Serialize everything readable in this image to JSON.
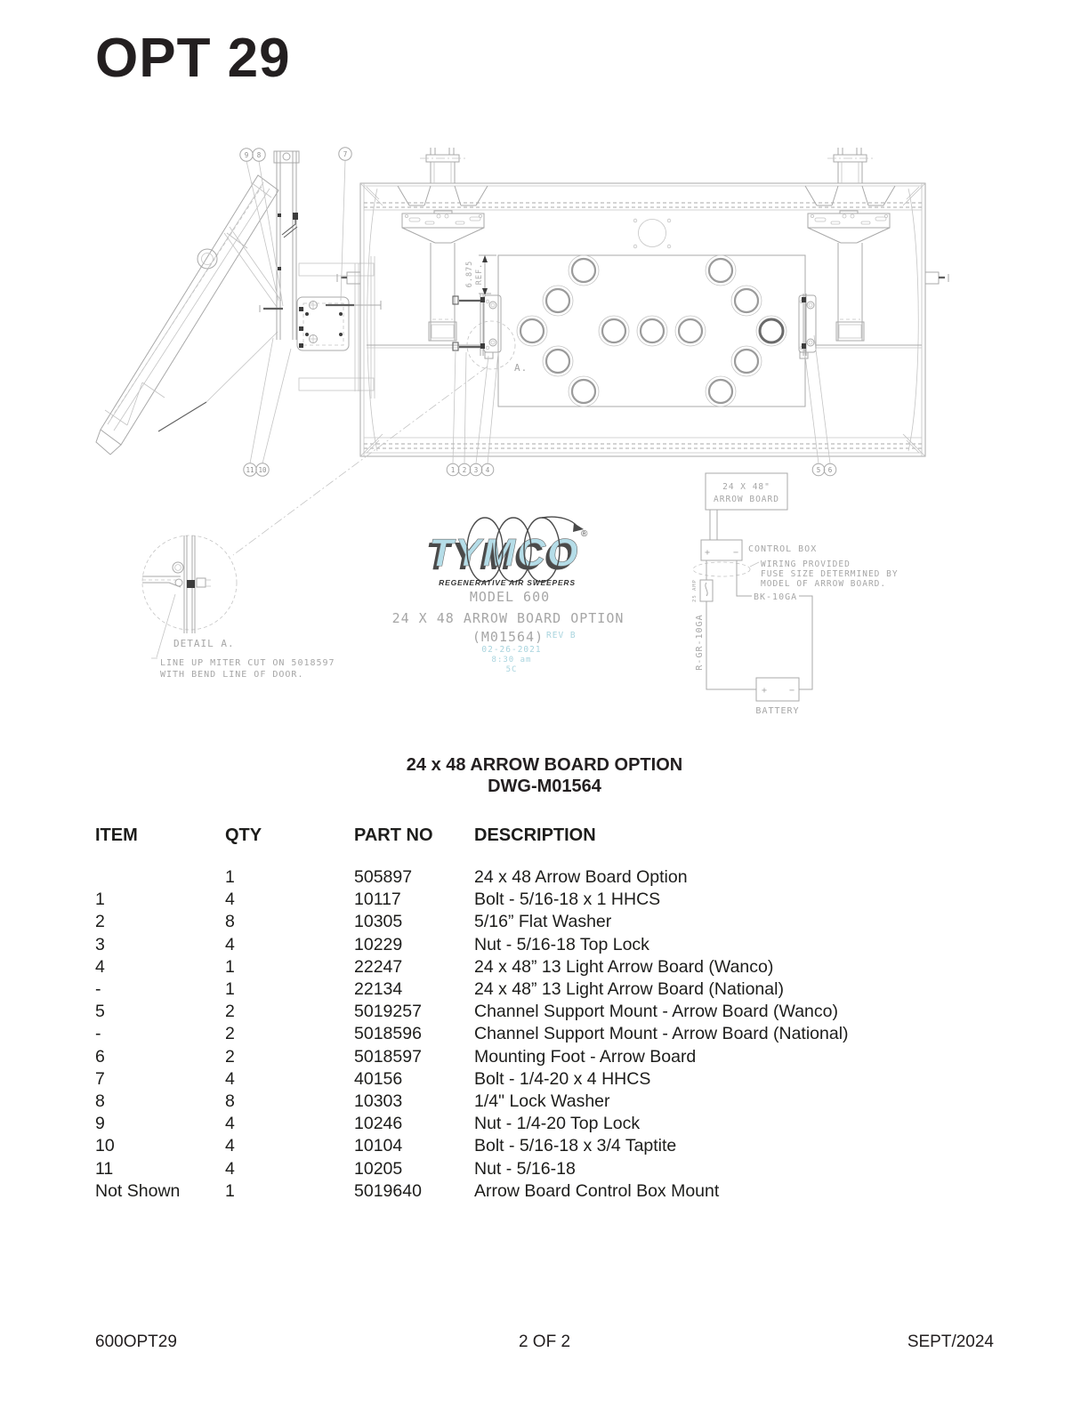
{
  "page": {
    "title": "OPT 29"
  },
  "drawing": {
    "balloons": [
      "1",
      "2",
      "3",
      "4",
      "5",
      "6",
      "7",
      "8",
      "9",
      "10",
      "11"
    ],
    "dimension": {
      "value": "6.875",
      "ref": "REF."
    },
    "detail_marker": "A.",
    "logo": {
      "brand": "TYMCO",
      "registered": "®",
      "tagline": "REGENERATIVE AIR SWEEPERS"
    },
    "title_block": {
      "model": "MODEL 600",
      "option": "24 X 48 ARROW BOARD OPTION",
      "dwg": "(M01564)",
      "rev": "REV B",
      "date": "02-26-2021",
      "time": "8:30 am",
      "initials": "5C"
    },
    "detail_a": {
      "label": "DETAIL A.",
      "note_line1": "LINE UP MITER CUT ON 5018597",
      "note_line2": "WITH BEND LINE OF DOOR."
    },
    "wiring": {
      "arrow_board_line1": "24 X 48\"",
      "arrow_board_line2": "ARROW BOARD",
      "control_box": "CONTROL BOX",
      "note1": "WIRING PROVIDED",
      "note2": "FUSE SIZE DETERMINED BY",
      "note3": "MODEL OF ARROW BOARD.",
      "fuse": "25 AMP",
      "wire_right": "BK-10GA",
      "wire_left": "R-GR-10GA",
      "battery": "BATTERY",
      "plus": "+",
      "minus": "−"
    }
  },
  "parts_table": {
    "title_line1": "24 x 48 ARROW BOARD OPTION",
    "title_line2": "DWG-M01564",
    "columns": [
      "ITEM",
      "QTY",
      "PART NO",
      "DESCRIPTION"
    ],
    "rows": [
      {
        "item": "",
        "qty": "1",
        "part_no": "505897",
        "description": "24 x 48 Arrow Board Option"
      },
      {
        "item": "1",
        "qty": "4",
        "part_no": "10117",
        "description": "Bolt - 5/16-18 x 1 HHCS"
      },
      {
        "item": "2",
        "qty": "8",
        "part_no": "10305",
        "description": "5/16” Flat Washer"
      },
      {
        "item": "3",
        "qty": "4",
        "part_no": "10229",
        "description": "Nut - 5/16-18 Top Lock"
      },
      {
        "item": "4",
        "qty": "1",
        "part_no": "22247",
        "description": "24 x 48” 13 Light Arrow Board (Wanco)"
      },
      {
        "item": "-",
        "qty": "1",
        "part_no": "22134",
        "description": "24 x 48” 13 Light Arrow Board (National)"
      },
      {
        "item": "5",
        "qty": "2",
        "part_no": "5019257",
        "description": "Channel Support Mount - Arrow Board (Wanco)"
      },
      {
        "item": "-",
        "qty": "2",
        "part_no": "5018596",
        "description": "Channel Support Mount - Arrow Board (National)"
      },
      {
        "item": "6",
        "qty": "2",
        "part_no": "5018597",
        "description": "Mounting Foot - Arrow Board"
      },
      {
        "item": "7",
        "qty": "4",
        "part_no": "40156",
        "description": "Bolt - 1/4-20 x 4 HHCS"
      },
      {
        "item": "8",
        "qty": "8",
        "part_no": "10303",
        "description": "1/4\" Lock Washer"
      },
      {
        "item": "9",
        "qty": "4",
        "part_no": "10246",
        "description": "Nut - 1/4-20 Top Lock"
      },
      {
        "item": "10",
        "qty": "4",
        "part_no": "10104",
        "description": "Bolt - 5/16-18 x 3/4 Taptite"
      },
      {
        "item": "11",
        "qty": "4",
        "part_no": "10205",
        "description": "Nut - 5/16-18"
      },
      {
        "item": "Not Shown",
        "qty": "1",
        "part_no": "5019640",
        "description": "Arrow Board Control Box Mount"
      }
    ]
  },
  "footer": {
    "doc_number": "600OPT29",
    "page_info": "2 OF 2",
    "date": "SEPT/2024"
  }
}
